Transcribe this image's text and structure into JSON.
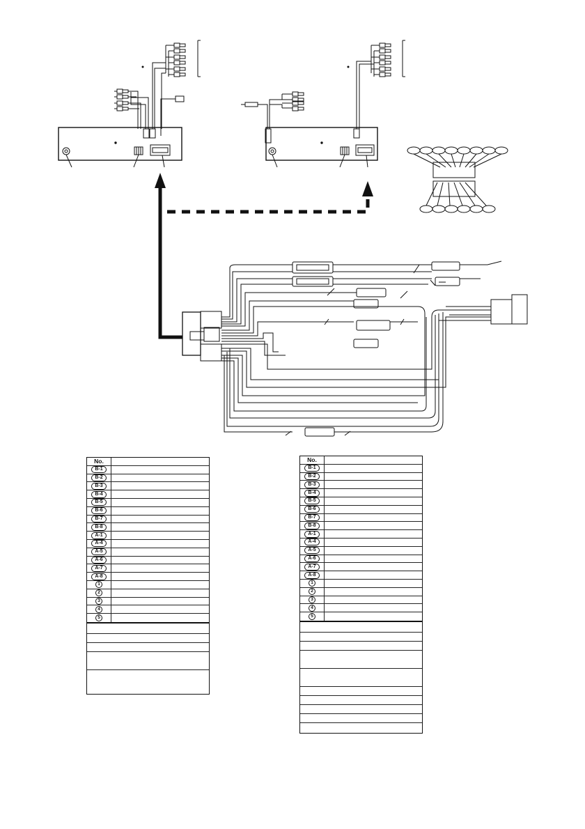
{
  "table_left": {
    "header": "No.",
    "pin_rows": [
      "B-1",
      "B-2",
      "B-3",
      "B-4",
      "B-5",
      "B-6",
      "B-7",
      "B-8",
      "A-1",
      "A-4",
      "A-5",
      "A-6",
      "A-7",
      "A-8"
    ],
    "numbered_rows": [
      "1",
      "2",
      "3",
      "4",
      "5"
    ]
  },
  "table_right": {
    "header": "No.",
    "pin_rows": [
      "B-1",
      "B-2",
      "B-3",
      "B-4",
      "B-5",
      "B-6",
      "B-7",
      "B-8",
      "A-1",
      "A-4",
      "A-5",
      "A-6",
      "A-7",
      "A-8"
    ],
    "numbered_rows": [
      "1",
      "2",
      "3",
      "4",
      "5"
    ]
  },
  "line_color": "#111111"
}
